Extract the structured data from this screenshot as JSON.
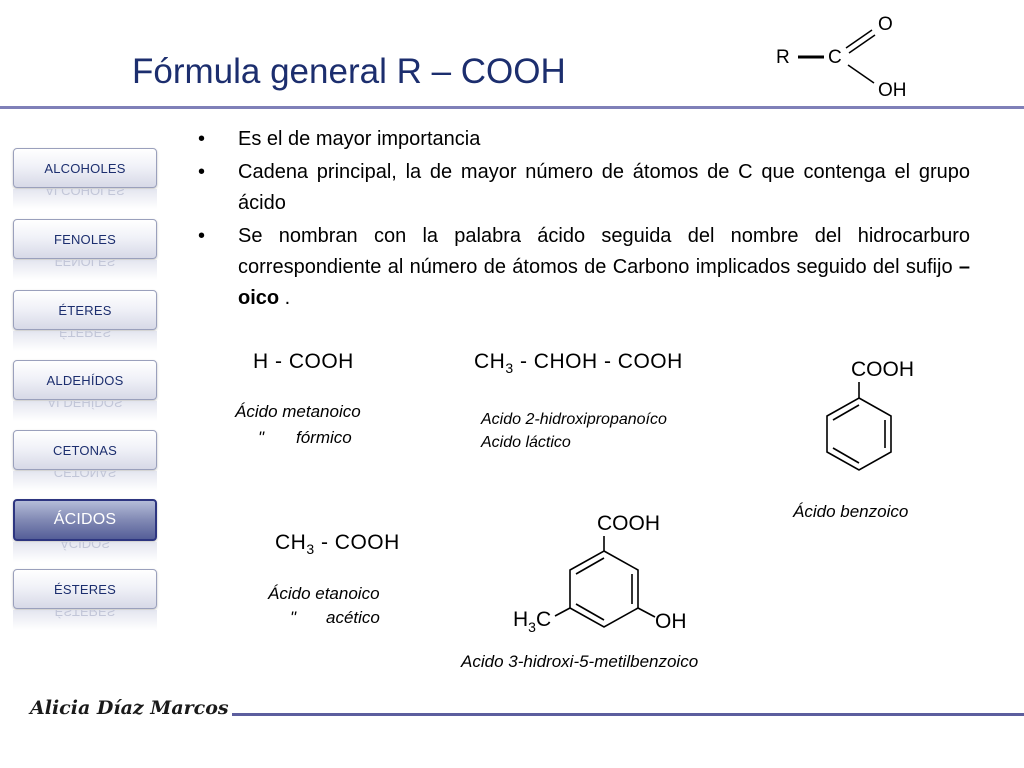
{
  "slide": {
    "title": "Fórmula general R – COOH",
    "author": "Alicia Díaz Marcos"
  },
  "general_formula": {
    "r": "R",
    "c": "C",
    "o": "O",
    "oh": "OH"
  },
  "nav": {
    "items": [
      {
        "label": "ALCOHOLES",
        "active": false
      },
      {
        "label": "FENOLES",
        "active": false
      },
      {
        "label": "ÉTERES",
        "active": false
      },
      {
        "label": "ALDEHÍDOS",
        "active": false
      },
      {
        "label": "CETONAS",
        "active": false
      },
      {
        "label": "ÁCIDOS",
        "active": true
      },
      {
        "label": "ÉSTERES",
        "active": false
      }
    ]
  },
  "bullets": {
    "marker": "•",
    "items": [
      {
        "text": "Es el de mayor importancia"
      },
      {
        "text": "Cadena principal, la de mayor número de átomos de C que contenga el grupo ácido"
      },
      {
        "text_before": "Se nombran con la palabra ácido seguida del nombre del hidrocarburo correspondiente al número de átomos de Carbono implicados seguido del sufijo ",
        "bold": "– oico",
        "text_after": " ."
      }
    ]
  },
  "examples": {
    "methanoic": {
      "formula": "H - COOH",
      "name": "Ácido metanoico",
      "ditto": "\"",
      "alt_name": "fórmico"
    },
    "lactic": {
      "formula_a": "CH",
      "sub": "3",
      "formula_b": " - CHOH - COOH",
      "name": "Acido 2-hidroxipropanoíco",
      "alt_name": "Acido láctico"
    },
    "benzoic": {
      "group": "COOH",
      "name": "Ácido benzoico"
    },
    "ethanoic": {
      "formula_a": "CH",
      "sub": "3",
      "formula_b": " - COOH",
      "name": "Ácido etanoico",
      "ditto": "\"",
      "alt_name": "acético"
    },
    "hydroxymethylbenzoic": {
      "group_top": "COOH",
      "group_right": "OH",
      "group_left_a": "H",
      "group_left_sub": "3",
      "group_left_b": "C",
      "name": "Acido 3-hidroxi-5-metilbenzoico"
    }
  }
}
